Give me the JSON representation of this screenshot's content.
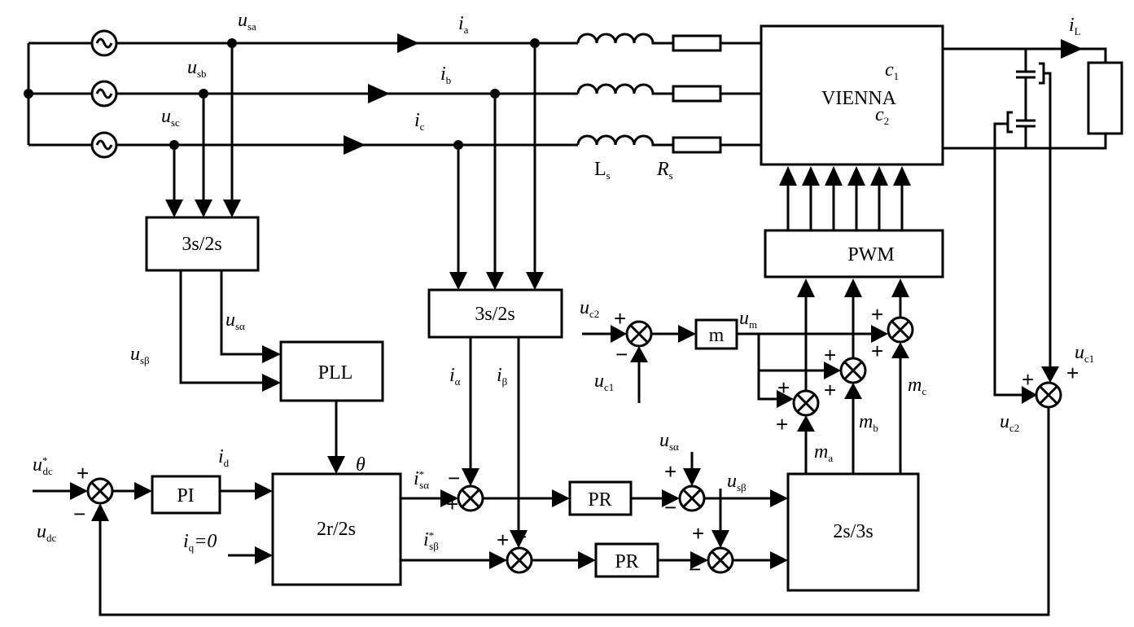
{
  "blocks": {
    "vienna": "VIENNA",
    "pwm": "PWM",
    "clarke_voltage": "3s/2s",
    "clarke_current": "3s/2s",
    "pll": "PLL",
    "park_inverse": "2r/2s",
    "pi": "PI",
    "pr_alpha": "PR",
    "pr_beta": "PR",
    "inverse_clarke": "2s/3s",
    "m_gain": "m"
  },
  "labels": {
    "u": "u",
    "i": "i",
    "m": "m",
    "c": "c",
    "usa": "sa",
    "usb": "sb",
    "usc": "sc",
    "ia": "a",
    "ib": "b",
    "ic": "c",
    "iL": "L",
    "Ls_main": "L",
    "Ls_sub": "s",
    "Rs_main": "R",
    "Rs_sub": "s",
    "c1": "1",
    "c2": "2",
    "s_alpha": "sα",
    "s_beta": "sβ",
    "alpha": "α",
    "beta": "β",
    "theta": "θ",
    "d": "d",
    "q_eq": "=0",
    "q": "q",
    "dc": "dc",
    "dc_star": "*",
    "c1_sub": "c1",
    "c2_sub": "c2",
    "m_sub": "m",
    "ma": "a",
    "mb": "b",
    "mc": "c",
    "is_star": "*"
  },
  "signs": {
    "plus": "+",
    "minus": "−"
  }
}
